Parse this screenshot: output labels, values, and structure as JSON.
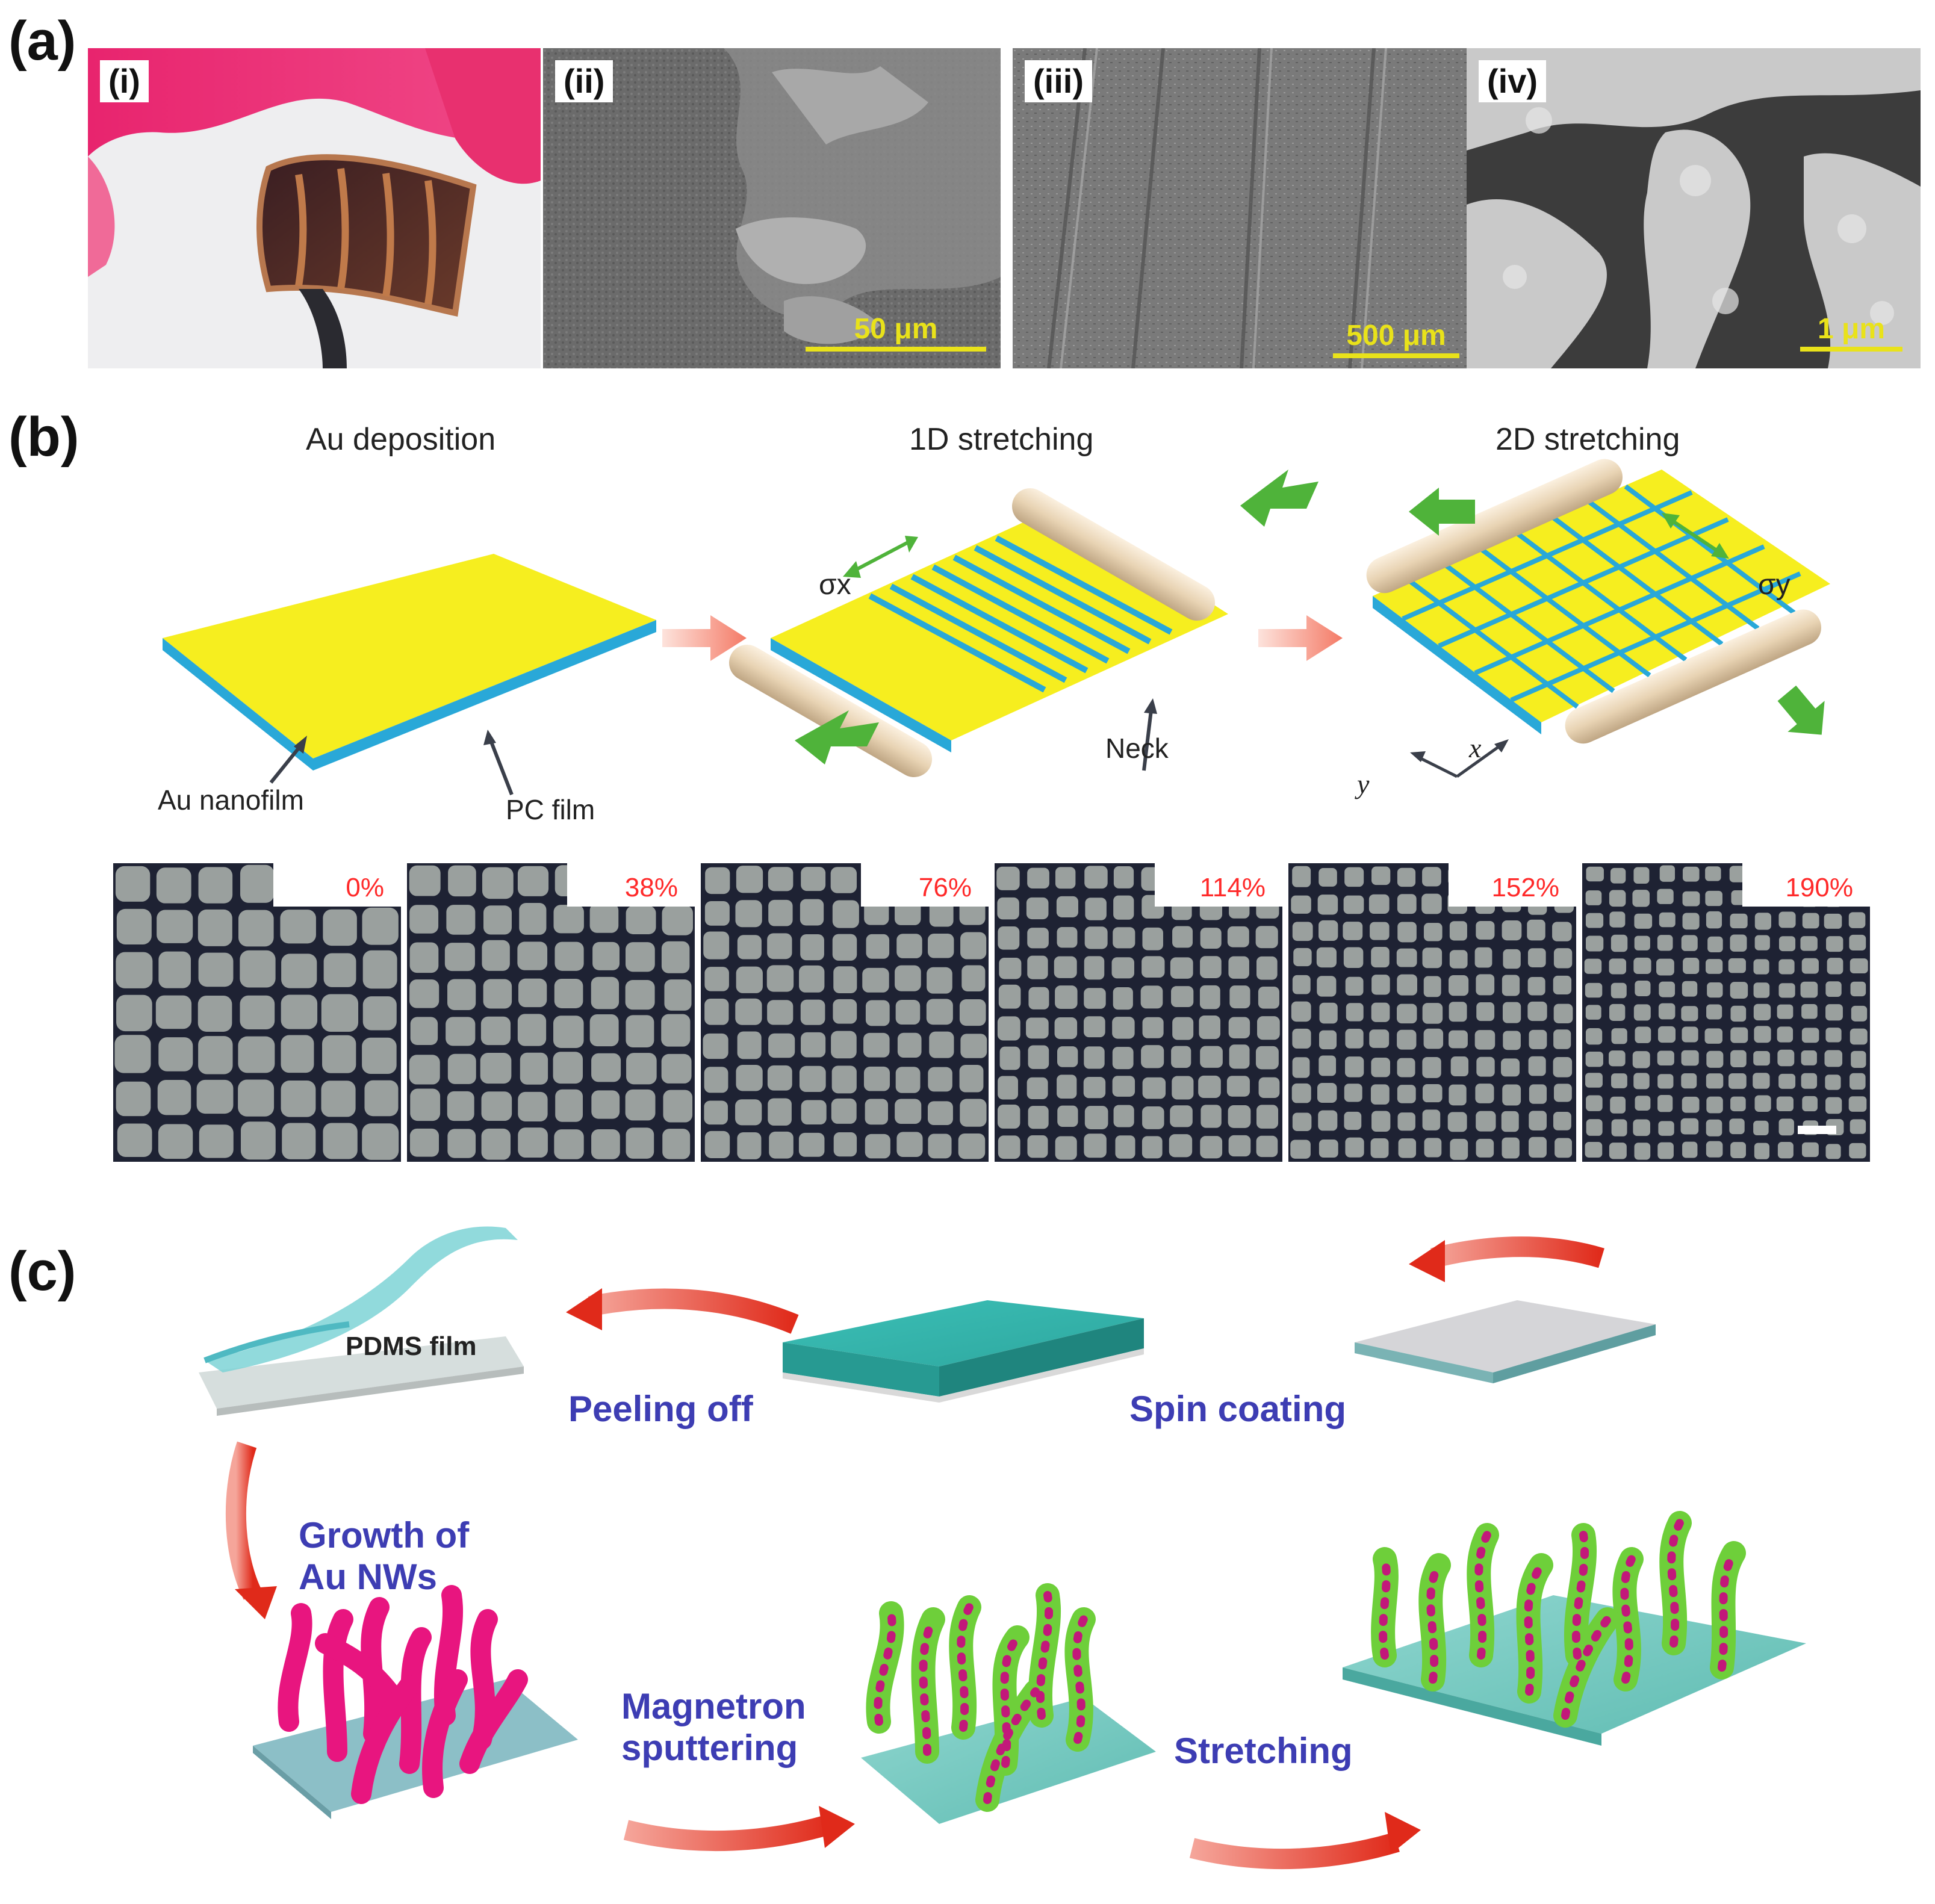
{
  "panel_a": {
    "label": "(a)",
    "sub": [
      "(i)",
      "(ii)",
      "(iii)",
      "(iv)"
    ],
    "scale": [
      "50 μm",
      "500 μm",
      "1 μm"
    ]
  },
  "panel_b": {
    "label": "(b)",
    "titles": [
      "Au deposition",
      "1D stretching",
      "2D stretching"
    ],
    "annotations": {
      "au_nanofilm": "Au nanofilm",
      "pc_film": "PC film",
      "neck": "Neck",
      "sigma_x": "σx",
      "sigma_y": "σy",
      "axis_x": "x",
      "axis_y": "y"
    },
    "strains": [
      "0%",
      "38%",
      "76%",
      "114%",
      "152%",
      "190%"
    ]
  },
  "panel_c": {
    "label": "(c)",
    "pdms": "PDMS film",
    "peeling": "Peeling off",
    "spin": "Spin coating",
    "growth_1": "Growth of",
    "growth_2": "Au NWs",
    "magnetron_1": "Magnetron",
    "magnetron_2": "sputtering",
    "stretching": "Stretching"
  },
  "colors": {
    "gold": "#f6ee1f",
    "blue": "#29a8d8",
    "arrow_green": "#4fb33a",
    "arrow_red": "#e02a1a",
    "label_blue": "#3d3db3",
    "pct_red": "#ff2a2a",
    "scale_yellow": "#e9e21a"
  }
}
